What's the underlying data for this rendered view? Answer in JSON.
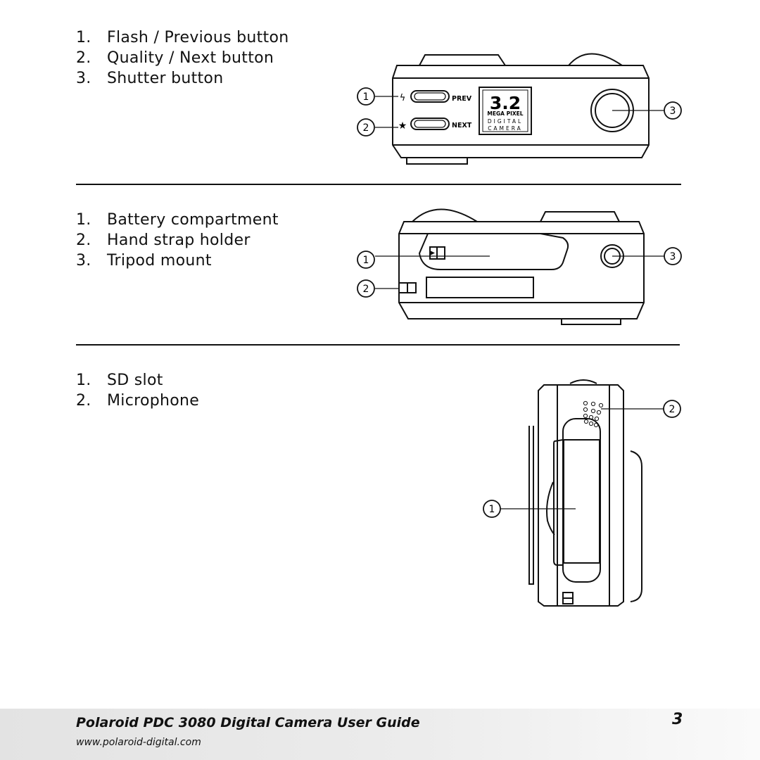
{
  "sections": [
    {
      "items": [
        {
          "num": "1.",
          "label": "Flash / Previous button"
        },
        {
          "num": "2.",
          "label": "Quality / Next button"
        },
        {
          "num": "3.",
          "label": "Shutter button"
        }
      ]
    },
    {
      "items": [
        {
          "num": "1.",
          "label": "Battery compartment"
        },
        {
          "num": "2.",
          "label": "Hand strap holder"
        },
        {
          "num": "3.",
          "label": "Tripod mount"
        }
      ]
    },
    {
      "items": [
        {
          "num": "1.",
          "label": "SD slot"
        },
        {
          "num": "2.",
          "label": "Microphone"
        }
      ]
    }
  ],
  "figures": {
    "top": {
      "button_labels": [
        "PREV",
        "NEXT"
      ],
      "badge_main": "3.2",
      "badge_lines": [
        "MEGA PIXEL",
        "DIGITAL",
        "CAMERA"
      ],
      "callouts": [
        "1",
        "2",
        "3"
      ],
      "flash_symbol": "ϟ",
      "quality_symbol": "★"
    },
    "bottom": {
      "callouts": [
        "1",
        "2",
        "3"
      ]
    },
    "side": {
      "callouts": [
        "1",
        "2"
      ]
    }
  },
  "footer": {
    "title": "Polaroid PDC 3080 Digital Camera User Guide",
    "url": "www.polaroid-digital.com",
    "page_number": "3"
  }
}
